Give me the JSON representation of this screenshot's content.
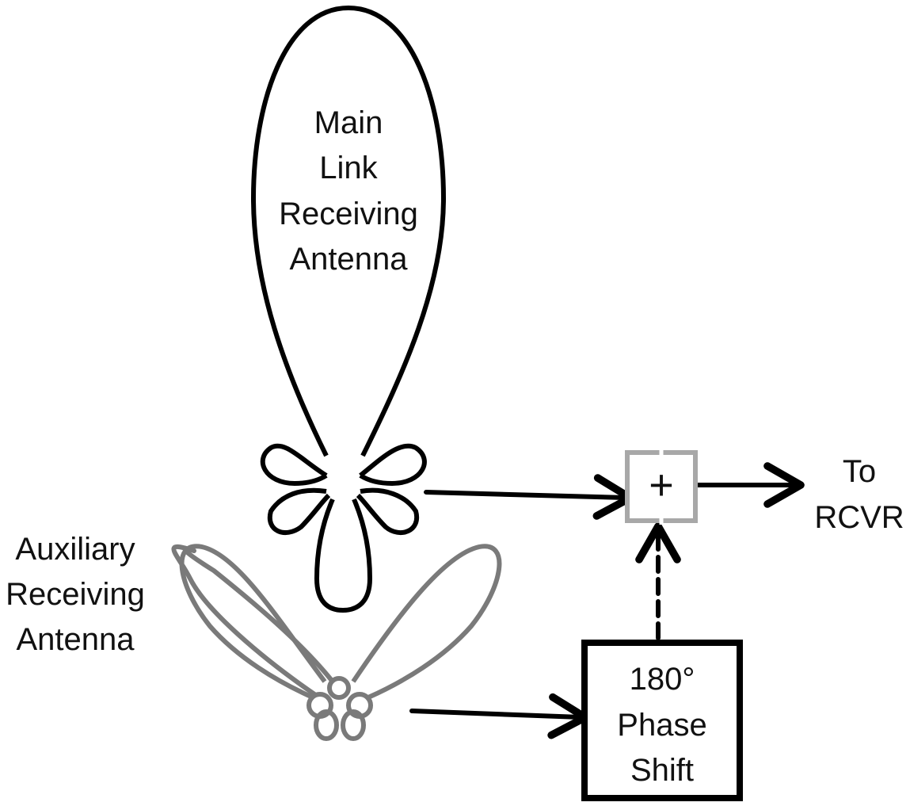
{
  "diagram": {
    "main_antenna": {
      "label_lines": [
        "Main",
        "Link",
        "Receiving",
        "Antenna"
      ]
    },
    "aux_antenna": {
      "label_lines": [
        "Auxiliary",
        "Receiving",
        "Antenna"
      ]
    },
    "summer": {
      "symbol": "+"
    },
    "phase_shifter": {
      "label_lines": [
        "180°",
        "Phase",
        "Shift"
      ]
    },
    "output": {
      "label_lines": [
        "To",
        "RCVR"
      ]
    },
    "colors": {
      "main_pattern": "#000000",
      "aux_pattern": "#7a7a7a",
      "summer_box": "#a8a8a8"
    }
  }
}
